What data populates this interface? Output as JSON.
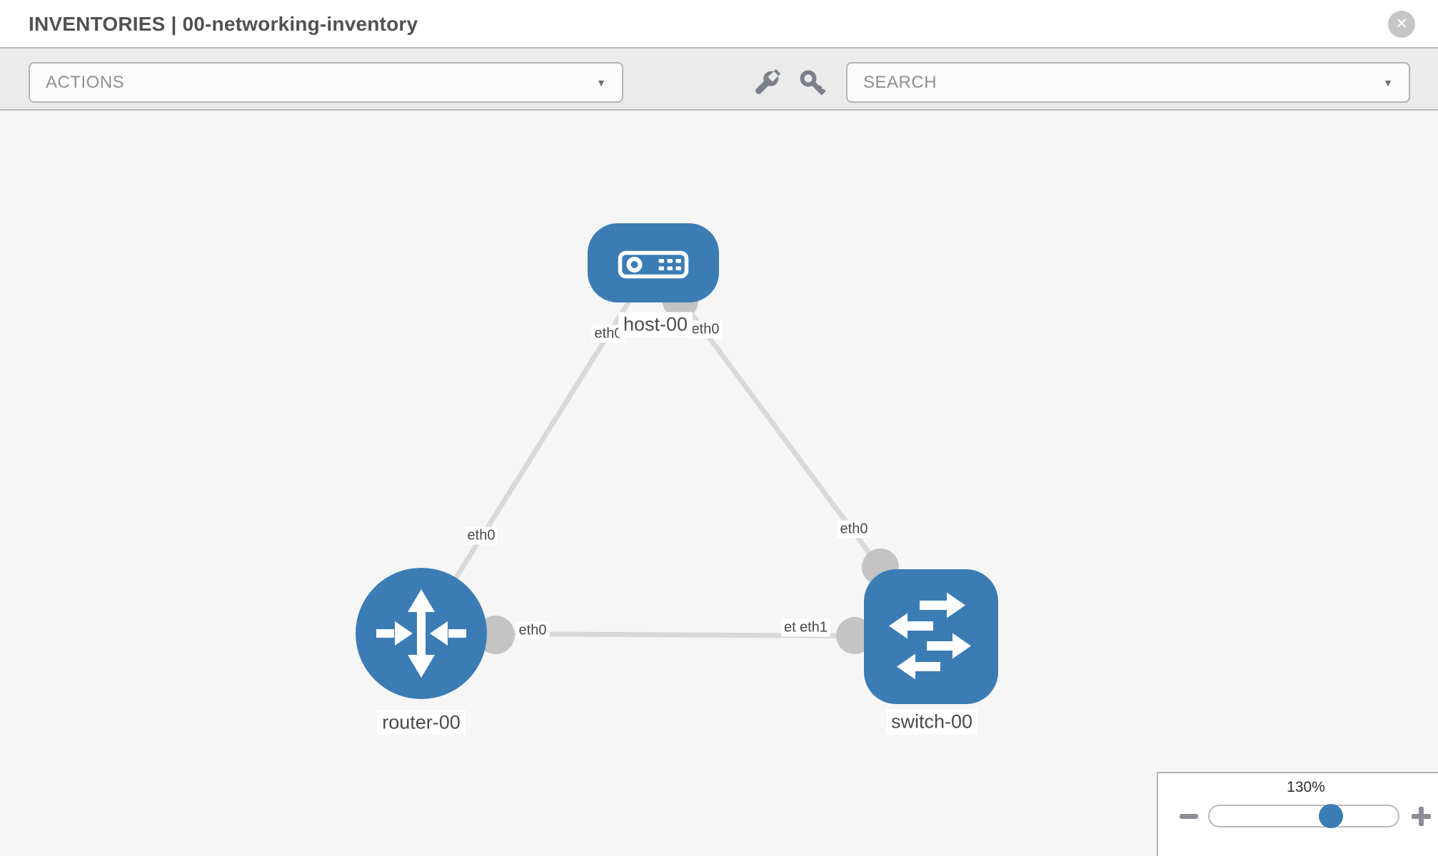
{
  "header": {
    "title": "INVENTORIES | 00-networking-inventory",
    "close_glyph": "✕"
  },
  "toolbar": {
    "actions_placeholder": "ACTIONS",
    "search_placeholder": "SEARCH",
    "caret_glyph": "▼",
    "icons": [
      "wrench-icon",
      "key-icon"
    ]
  },
  "canvas": {
    "nodes": [
      {
        "id": "host-00",
        "type": "host",
        "label": "host-00"
      },
      {
        "id": "router-00",
        "type": "router",
        "label": "router-00"
      },
      {
        "id": "switch-00",
        "type": "switch",
        "label": "switch-00"
      }
    ],
    "links": [
      {
        "from": "host-00",
        "from_port": "eth0",
        "to": "router-00",
        "to_port": "eth0"
      },
      {
        "from": "host-00",
        "from_port": "eth0",
        "to": "switch-00",
        "to_port": "eth0"
      },
      {
        "from": "router-00",
        "from_port": "eth0",
        "to": "switch-00",
        "to_port": "eth1"
      }
    ],
    "port_labels": [
      "eth0",
      "eth0",
      "eth0",
      "eth0",
      "eth0",
      "eth0",
      "eth1"
    ]
  },
  "zoom_control": {
    "level": "130%"
  },
  "colors": {
    "node_blue": "#3b7cb5",
    "link_gray": "#d9d9d9",
    "interface_gray": "#c4c4c4",
    "toolbar_gray": "#ebebeb",
    "canvas_gray": "#f6f6f6"
  }
}
